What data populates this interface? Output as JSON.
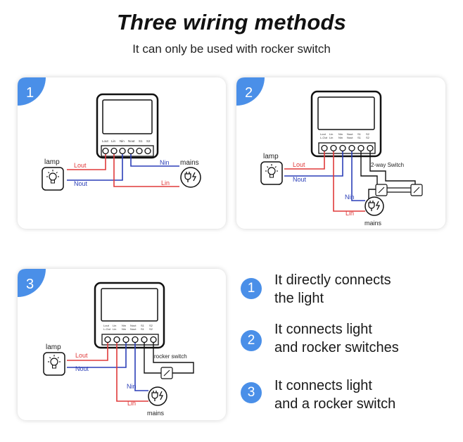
{
  "header": {
    "title": "Three wiring methods",
    "subtitle": "It can only be used with rocker switch"
  },
  "colors": {
    "accent": "#4a8fe8",
    "live": "#e03a3a",
    "neutral": "#2b3fb8",
    "switch_wire": "#111111"
  },
  "icons": [
    "lamp-icon",
    "mains-plug-icon",
    "rocker-switch-icon"
  ],
  "panels": [
    {
      "badge": "1",
      "terminals": [
        "Lout",
        "Lin",
        "Nin",
        "Nout",
        "S1",
        "S2"
      ],
      "lamp_label": "lamp",
      "mains_label": "mains",
      "wire_lout": "Lout",
      "wire_nout": "Nout",
      "wire_nin": "Nin",
      "wire_lin": "Lin"
    },
    {
      "badge": "2",
      "terminals_top": [
        "Lout",
        "Lin",
        "Nin",
        "Nout",
        "S1",
        "S2"
      ],
      "terminals_bottom": [
        "L-Out",
        "Lin",
        "Nin",
        "Nout",
        "S1",
        "S2"
      ],
      "lamp_label": "lamp",
      "mains_label": "mains",
      "switch_label": "2-way Switch",
      "wire_lout": "Lout",
      "wire_nout": "Nout",
      "wire_nin": "Nin",
      "wire_lin": "Lin"
    },
    {
      "badge": "3",
      "terminals_top": [
        "Lout",
        "Lin",
        "Nin",
        "Nout",
        "S1",
        "S2"
      ],
      "terminals_bottom": [
        "L-Out",
        "Lin",
        "Nin",
        "Nout",
        "S1",
        "S2"
      ],
      "lamp_label": "lamp",
      "mains_label": "mains",
      "switch_label": "rocker switch",
      "wire_lout": "Lout",
      "wire_nout": "Nout",
      "wire_nin": "Nin",
      "wire_lin": "Lin"
    }
  ],
  "legend": [
    {
      "number": "1",
      "text": "It directly connects\nthe light"
    },
    {
      "number": "2",
      "text": "It connects light\nand rocker switches"
    },
    {
      "number": "3",
      "text": "It connects light\nand a rocker switch"
    }
  ]
}
